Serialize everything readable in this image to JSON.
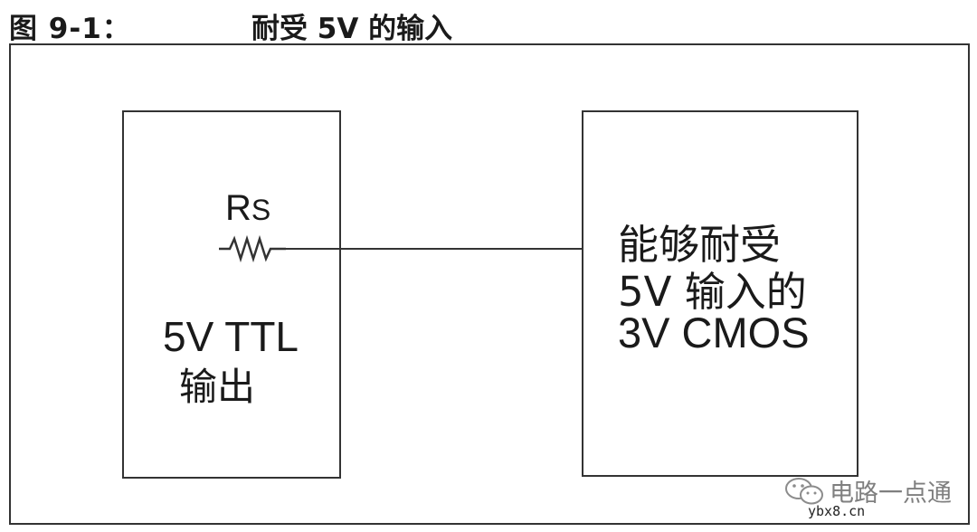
{
  "figure": {
    "label": "图 9-1：",
    "title": "耐受 5V 的输入"
  },
  "left_box": {
    "resistor_label": "R",
    "resistor_label_sub": "S",
    "line1": "5V TTL",
    "line2": "输出"
  },
  "right_box": {
    "line1": "能够耐受",
    "line2": "5V 输入的",
    "line3": "3V CMOS"
  },
  "watermark": {
    "name": "电路一点通",
    "url": "ybx8.cn"
  },
  "colors": {
    "line": "#333333",
    "background": "#ffffff",
    "text": "#1a1a1a"
  }
}
